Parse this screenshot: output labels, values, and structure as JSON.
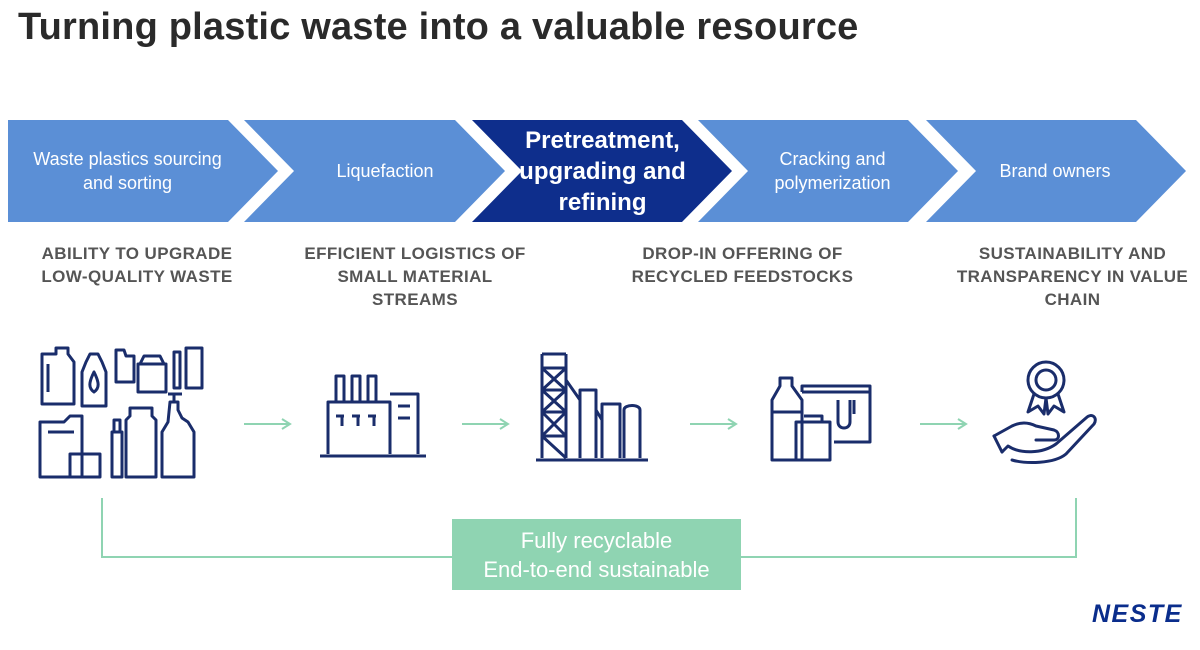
{
  "title": "Turning plastic waste into a valuable resource",
  "colors": {
    "chevron": "#5b8fd6",
    "chevron_active": "#0e2e8c",
    "icon_stroke": "#1a2d6b",
    "accent_green": "#8fd4b2",
    "brand": "#0a2d8c"
  },
  "steps": [
    {
      "label": "Waste plastics sourcing and sorting",
      "active": false
    },
    {
      "label": "Liquefaction",
      "active": false
    },
    {
      "label": "Pretreatment, upgrading and refining",
      "active": true
    },
    {
      "label": "Cracking and polymerization",
      "active": false
    },
    {
      "label": "Brand owners",
      "active": false
    }
  ],
  "benefits": [
    "ABILITY TO UPGRADE LOW-QUALITY WASTE",
    "EFFICIENT LOGISTICS OF SMALL MATERIAL STREAMS",
    "DROP-IN OFFERING OF RECYCLED FEEDSTOCKS",
    "SUSTAINABILITY AND TRANSPARENCY IN VALUE CHAIN"
  ],
  "icons": [
    "plastic-containers-icon",
    "factory-icon",
    "refinery-icon",
    "packaging-icon",
    "award-hand-icon"
  ],
  "recycle_box": {
    "line1": "Fully recyclable",
    "line2": "End-to-end sustainable"
  },
  "logo": "NESTE"
}
